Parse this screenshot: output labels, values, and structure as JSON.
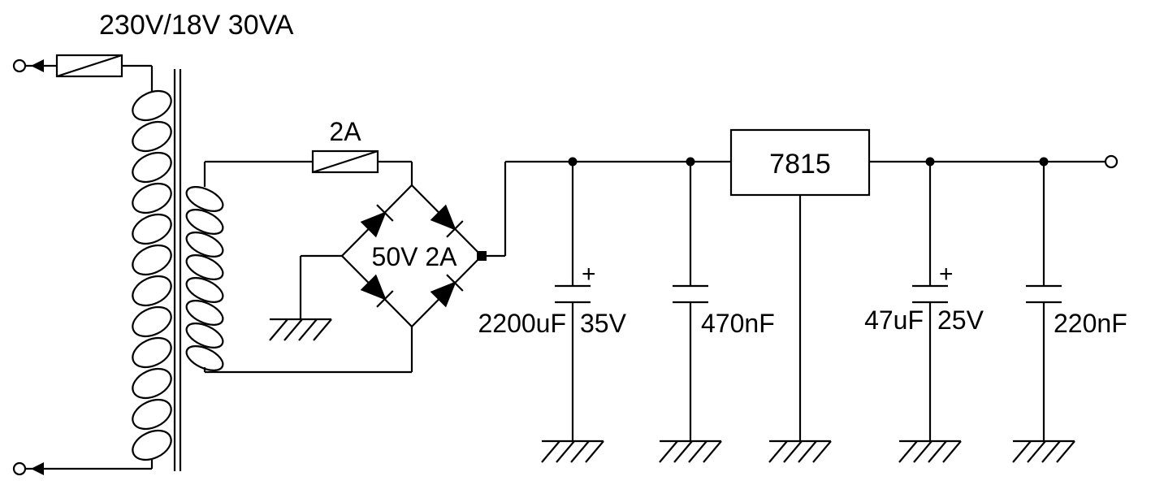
{
  "diagram": {
    "background_color": "#ffffff",
    "line_color": "#000000",
    "transformer": {
      "label": "230V/18V 30VA"
    },
    "secondary_fuse": {
      "label": "2A"
    },
    "bridge_rectifier": {
      "label": "50V 2A"
    },
    "regulator": {
      "label": "7815"
    },
    "capacitors": [
      {
        "value": "2200uF",
        "voltage": "35V",
        "polarity": "+"
      },
      {
        "value": "470nF"
      },
      {
        "value": "47uF",
        "voltage": "25V",
        "polarity": "+"
      },
      {
        "value": "220nF"
      }
    ]
  }
}
